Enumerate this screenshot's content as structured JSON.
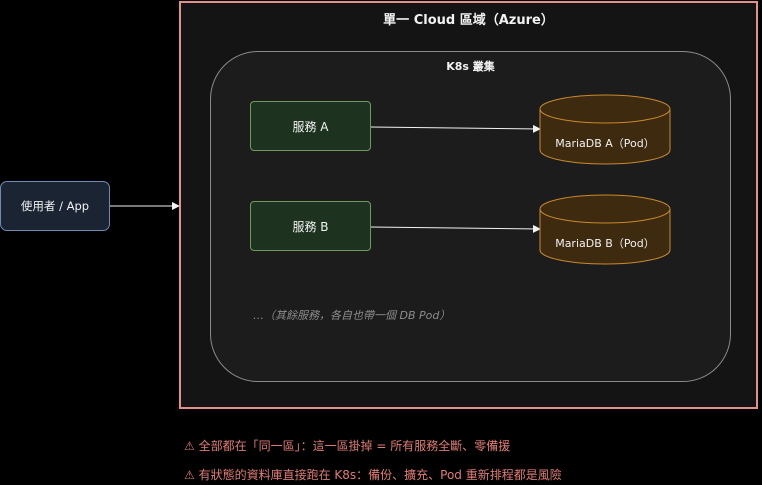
{
  "region": {
    "title": "單一 Cloud 區域（Azure）"
  },
  "cluster": {
    "title": "K8s 叢集"
  },
  "user": {
    "label": "使用者 / App"
  },
  "services": [
    {
      "label": "服務 A"
    },
    {
      "label": "服務 B"
    }
  ],
  "databases": [
    {
      "label": "MariaDB A（Pod）"
    },
    {
      "label": "MariaDB B（Pod）"
    }
  ],
  "note": "…（其餘服務，各自也帶一個 DB Pod）",
  "warnings": [
    "⚠ 全部都在「同一區」：這一區掛掉 = 所有服務全斷、零備援",
    "⚠ 有狀態的資料庫直接跑在 K8s：備份、擴充、Pod 重新排程都是風險"
  ],
  "colors": {
    "region_border": "#e3908a",
    "service_fill": "#1d3320",
    "service_border": "#6e9a5c",
    "db_fill": "#3d2a0f",
    "db_border": "#c98a2b",
    "user_border": "#6d8bb3",
    "warning_text": "#e07c74"
  }
}
